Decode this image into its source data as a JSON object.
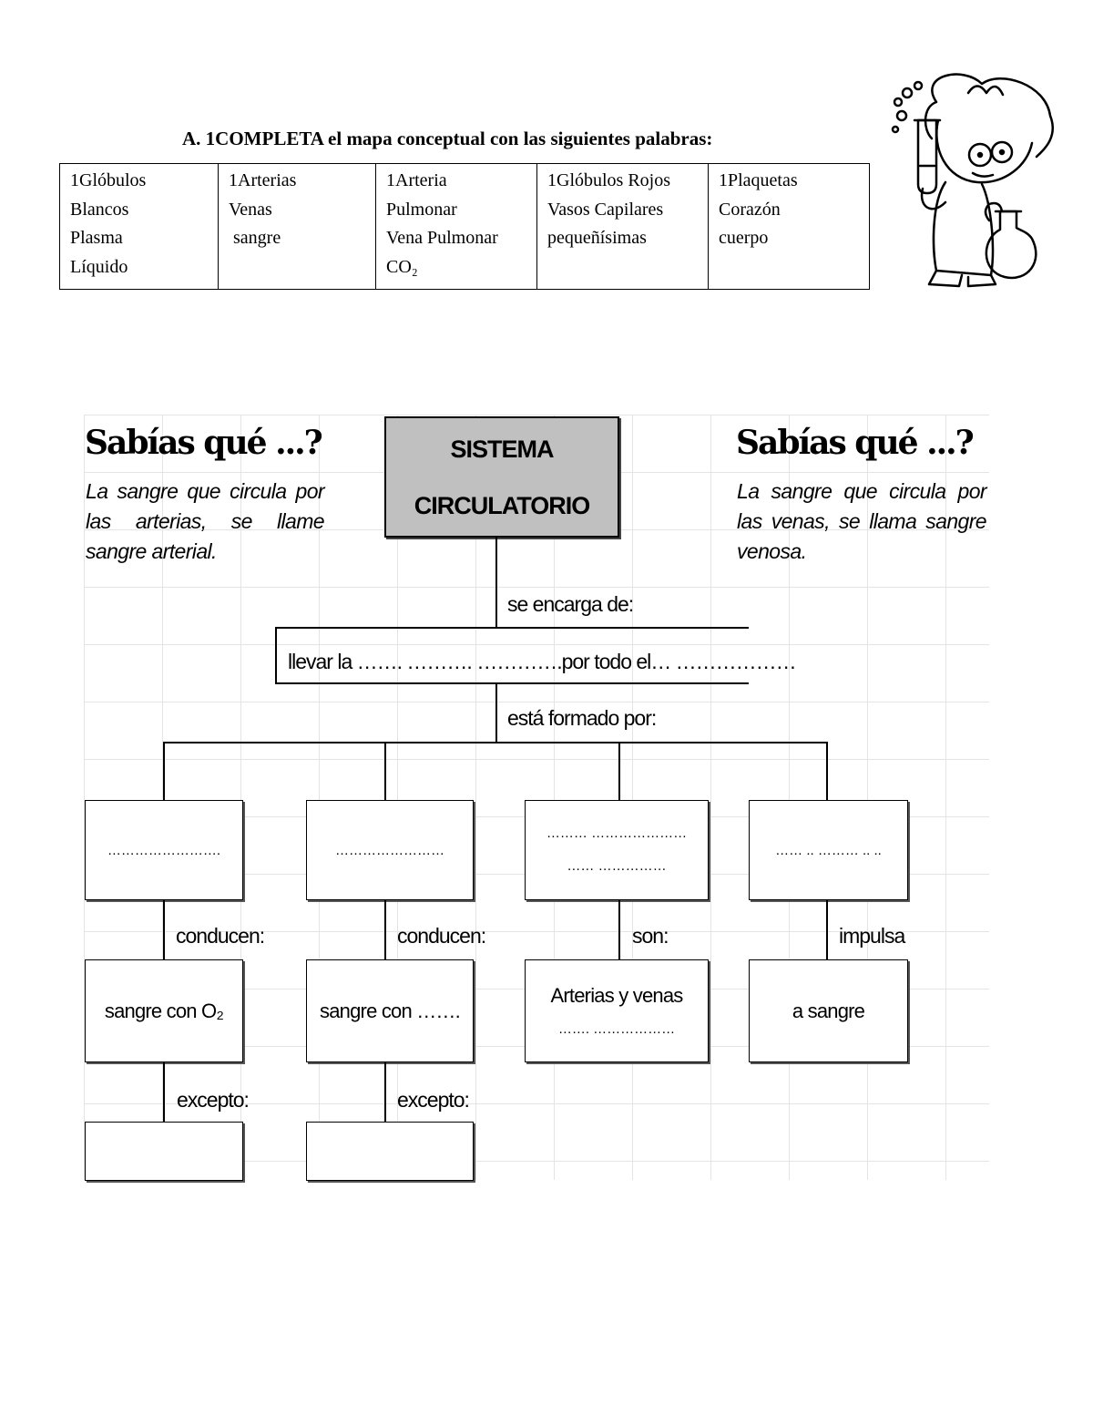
{
  "instruction": "A.  1COMPLETA el mapa conceptual con las siguientes palabras:",
  "word_bank": [
    [
      "1Glóbulos",
      "Blancos",
      "Plasma",
      "Líquido"
    ],
    [
      "1Arterias",
      "Venas",
      " sangre"
    ],
    [
      "1Arteria",
      "Pulmonar",
      "Vena Pulmonar",
      "CO₂"
    ],
    [
      "1Glóbulos Rojos",
      "Vasos Capilares",
      "pequeñísimas"
    ],
    [
      "1Plaquetas",
      "Corazón",
      "cuerpo"
    ]
  ],
  "left_note": {
    "title": "Sabías qué ...?",
    "text": "La sangre que circula por las arterias, se llame sangre arterial."
  },
  "right_note": {
    "title": "Sabías qué ...?",
    "text": "La sangre que circula por las venas, se llama sangre venosa."
  },
  "concept_map": {
    "root_line1": "SISTEMA",
    "root_line2": "CIRCULATORIO",
    "link_function": "se encarga de:",
    "function_text": "llevar la ……. ………. ………….por todo el… ………………",
    "link_composition": "está formado por:",
    "components": [
      {
        "text": "…………………….",
        "link": "conducen:",
        "result": "sangre con O₂",
        "link2": "excepto:"
      },
      {
        "text": "……………………",
        "link": "conducen:",
        "result": "sangre con …….",
        "link2": "excepto:"
      },
      {
        "text": "……… ………………… …… ……………",
        "line1": "……… …………………",
        "line2": "…… ……………",
        "link": "son:",
        "result_line1": "Arterias y venas",
        "result_line2": "……. ………………"
      },
      {
        "text": "…… .. ……… .. ..",
        "link": "impulsa",
        "result": "a sangre"
      }
    ]
  }
}
